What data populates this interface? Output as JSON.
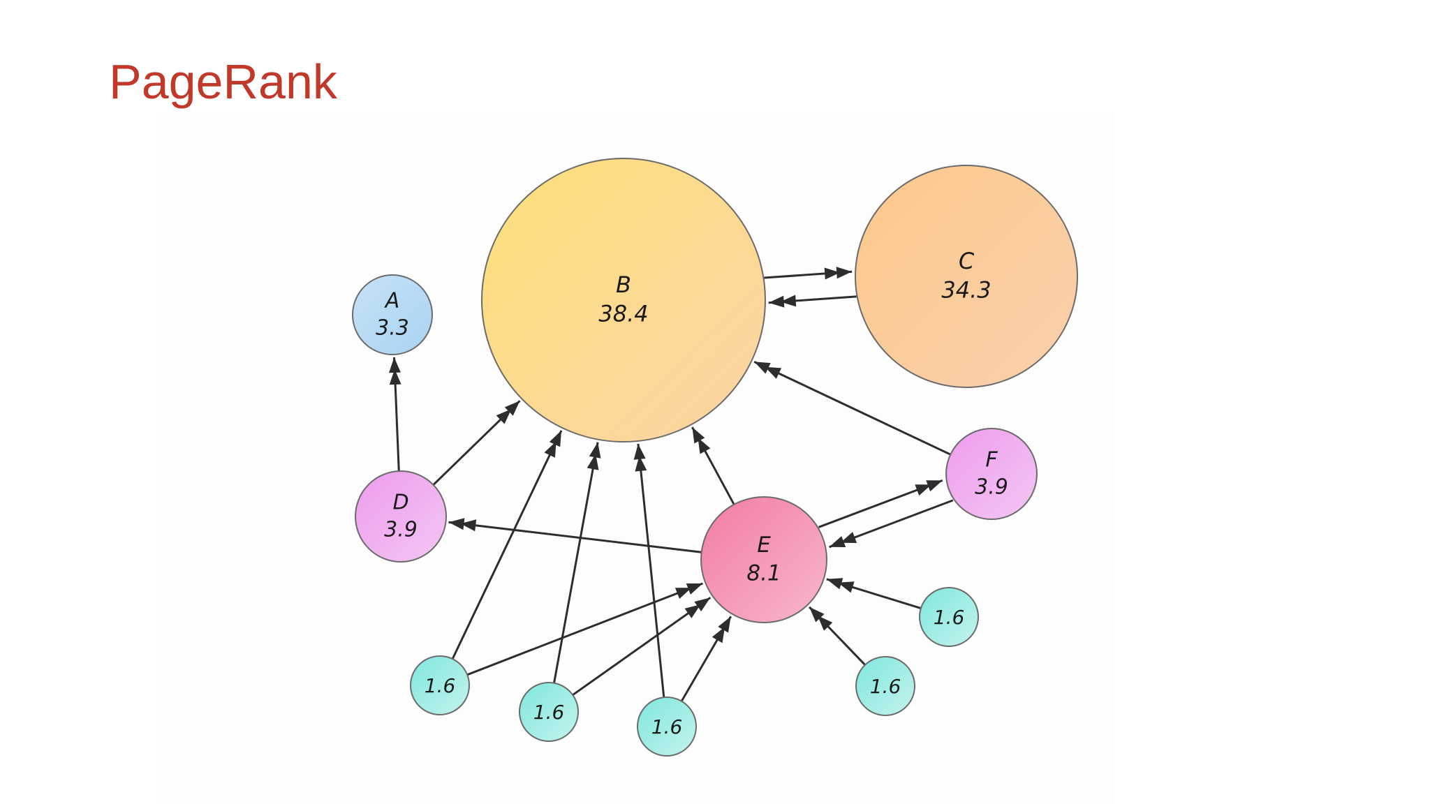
{
  "slide": {
    "title": "PageRank",
    "title_color": "#c0392b"
  },
  "diagram": {
    "nodes": [
      {
        "id": "A",
        "label": "A",
        "score": "3.3",
        "fill": [
          "#c6e2f7",
          "#a9d3f2"
        ]
      },
      {
        "id": "B",
        "label": "B",
        "score": "38.4",
        "fill": [
          "#fde07a",
          "#fbd3a6"
        ]
      },
      {
        "id": "C",
        "label": "C",
        "score": "34.3",
        "fill": [
          "#fdc98a",
          "#f9d0ae"
        ]
      },
      {
        "id": "D",
        "label": "D",
        "score": "3.9",
        "fill": [
          "#ee9cee",
          "#f3c6f3"
        ]
      },
      {
        "id": "E",
        "label": "E",
        "score": "8.1",
        "fill": [
          "#f27ba6",
          "#f8b7cd"
        ]
      },
      {
        "id": "F",
        "label": "F",
        "score": "3.9",
        "fill": [
          "#ee9cee",
          "#f3c6f3"
        ]
      },
      {
        "id": "G1",
        "label": "",
        "score": "1.6",
        "fill": [
          "#7fe7dc",
          "#c4f3ee"
        ]
      },
      {
        "id": "G2",
        "label": "",
        "score": "1.6",
        "fill": [
          "#7fe7dc",
          "#c4f3ee"
        ]
      },
      {
        "id": "G3",
        "label": "",
        "score": "1.6",
        "fill": [
          "#7fe7dc",
          "#c4f3ee"
        ]
      },
      {
        "id": "G4",
        "label": "",
        "score": "1.6",
        "fill": [
          "#7fe7dc",
          "#c4f3ee"
        ]
      },
      {
        "id": "G5",
        "label": "",
        "score": "1.6",
        "fill": [
          "#7fe7dc",
          "#c4f3ee"
        ]
      }
    ],
    "edges": [
      {
        "from": "B",
        "to": "C"
      },
      {
        "from": "C",
        "to": "B"
      },
      {
        "from": "D",
        "to": "A"
      },
      {
        "from": "D",
        "to": "B"
      },
      {
        "from": "E",
        "to": "B"
      },
      {
        "from": "E",
        "to": "D"
      },
      {
        "from": "E",
        "to": "F"
      },
      {
        "from": "F",
        "to": "E"
      },
      {
        "from": "F",
        "to": "B"
      },
      {
        "from": "G1",
        "to": "B"
      },
      {
        "from": "G1",
        "to": "E"
      },
      {
        "from": "G2",
        "to": "B"
      },
      {
        "from": "G2",
        "to": "E"
      },
      {
        "from": "G3",
        "to": "B"
      },
      {
        "from": "G3",
        "to": "E"
      },
      {
        "from": "G4",
        "to": "E"
      },
      {
        "from": "G5",
        "to": "E"
      }
    ],
    "colors": {
      "edge": "#2d2d2d",
      "node_stroke": "#6b6b6b"
    }
  }
}
